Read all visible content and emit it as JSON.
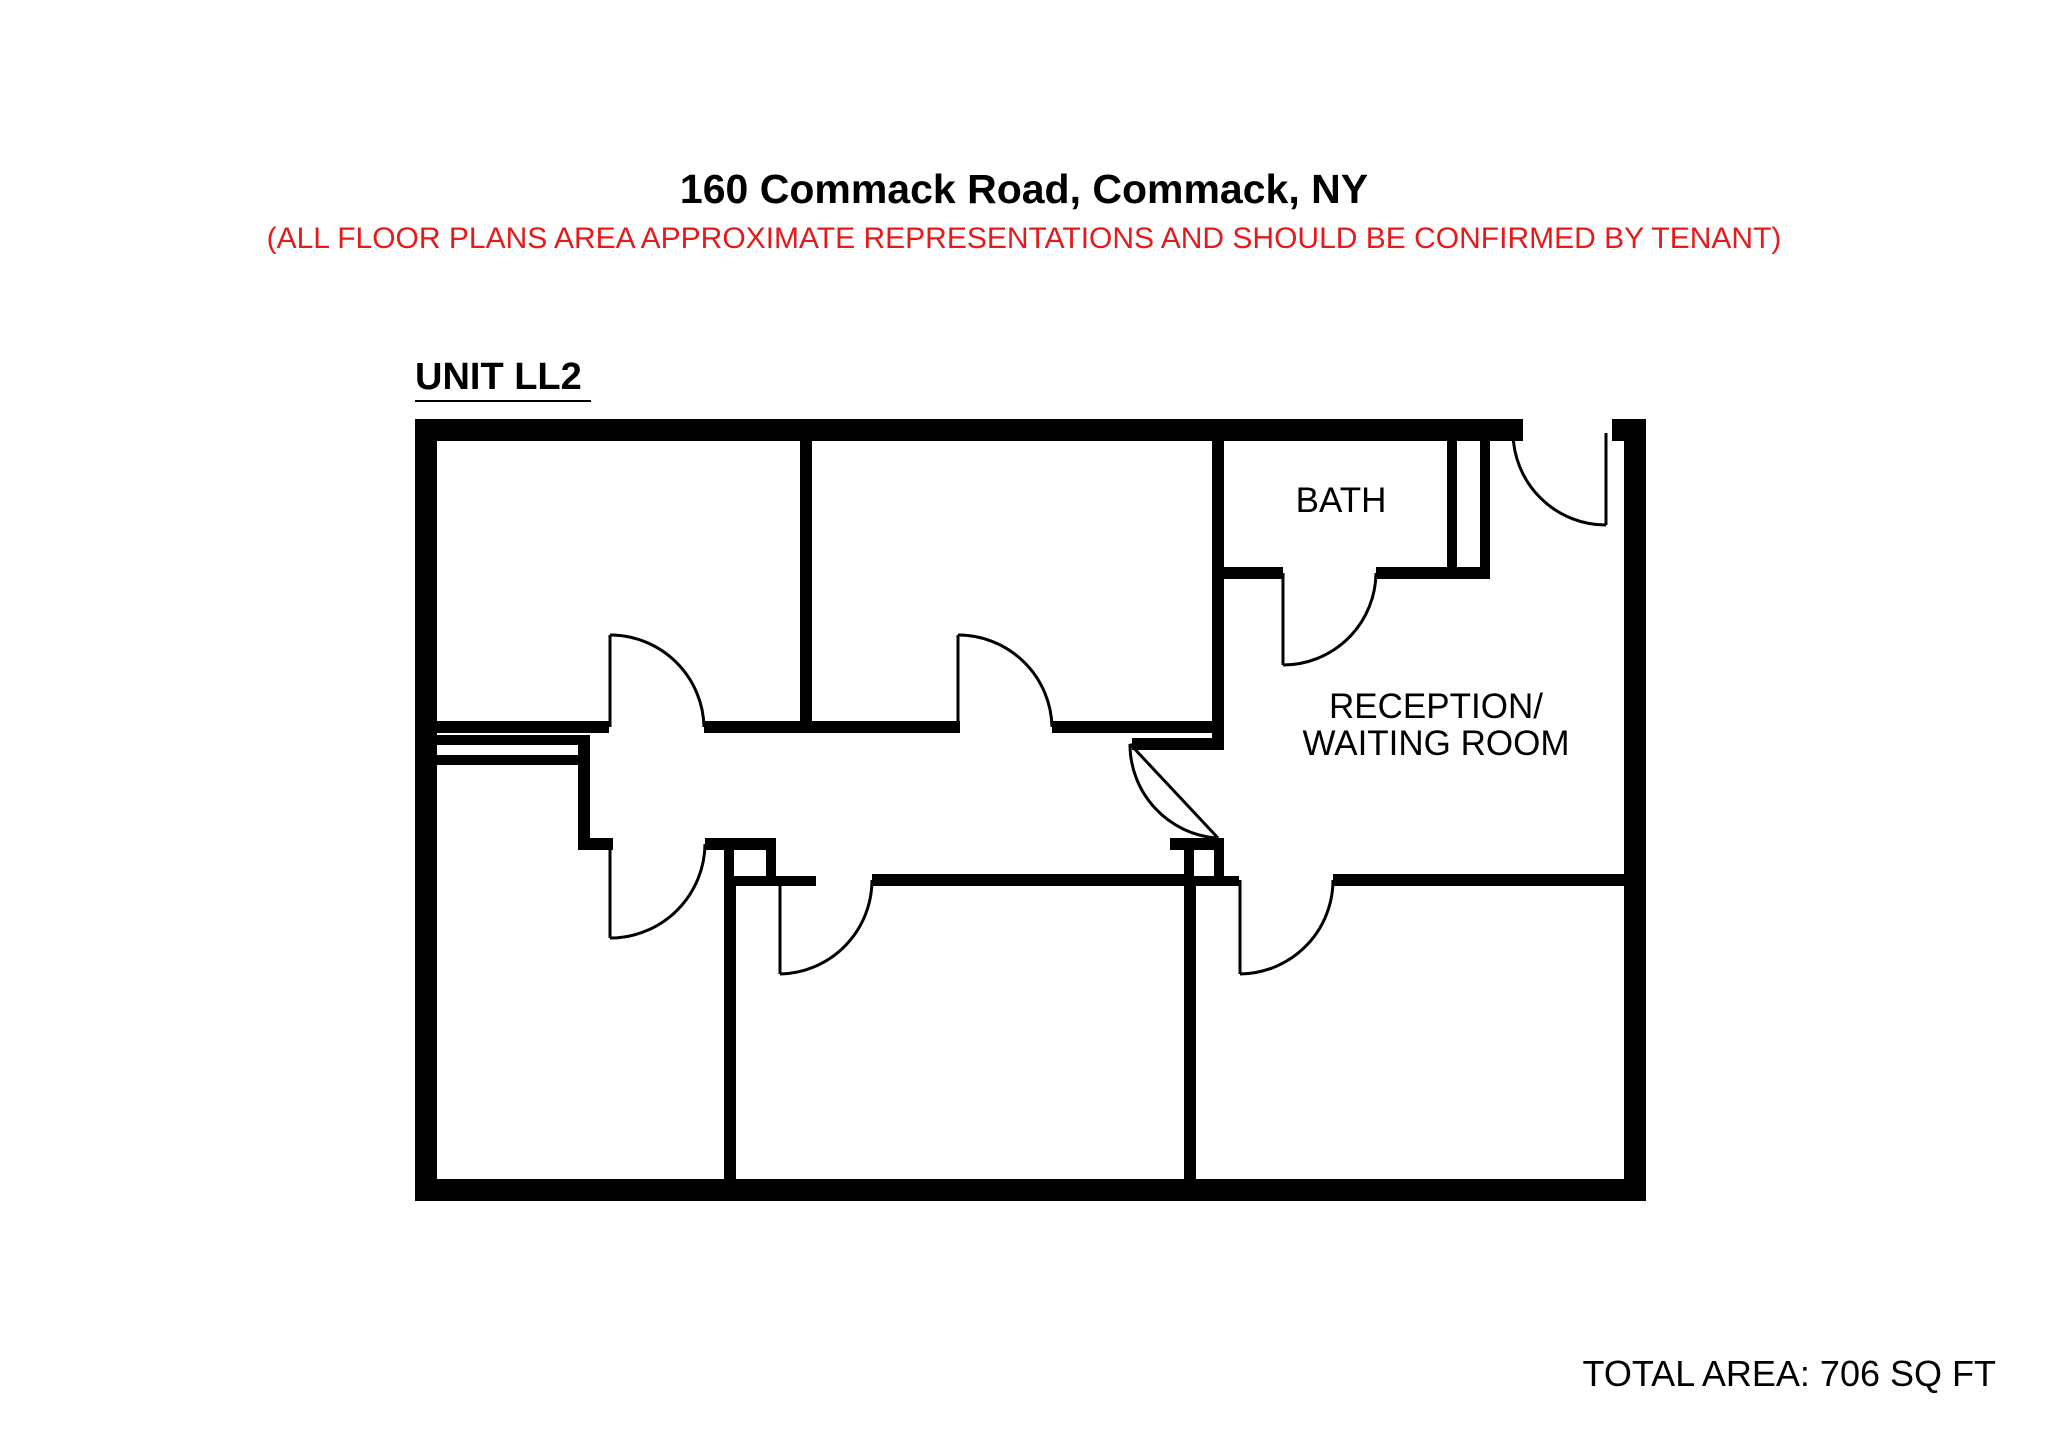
{
  "header": {
    "title": "160 Commack Road, Commack, NY",
    "disclaimer": "(ALL FLOOR PLANS AREA APPROXIMATE REPRESENTATIONS AND SHOULD BE CONFIRMED BY TENANT)"
  },
  "plan": {
    "unit_label": "UNIT LL2",
    "rooms": {
      "bath": "BATH",
      "reception_line1": "RECEPTION/",
      "reception_line2": "WAITING ROOM"
    }
  },
  "footer": {
    "total_area": "TOTAL AREA: 706 SQ FT"
  },
  "colors": {
    "title": "#000000",
    "disclaimer": "#e41b1b",
    "walls": "#000000"
  }
}
